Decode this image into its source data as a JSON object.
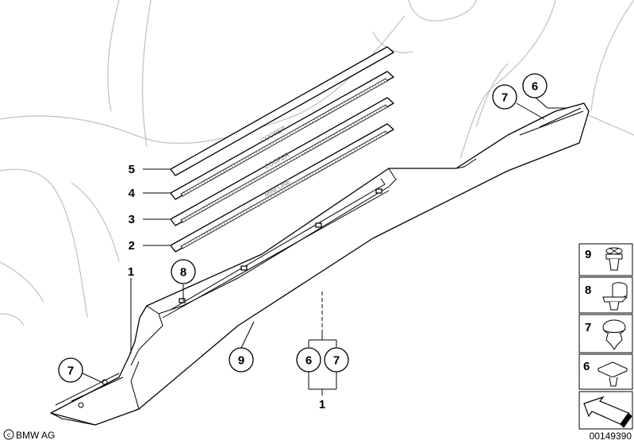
{
  "diagram": {
    "callouts": {
      "c5": "5",
      "c4": "4",
      "c3": "3",
      "c2": "2",
      "c1_left": "1",
      "c1_bottom": "1",
      "c8": "8",
      "c9": "9",
      "c7_left": "7",
      "c7_top": "7",
      "c6_top": "6",
      "c6_group": "6",
      "c7_group": "7"
    },
    "strip_badges": {
      "strip4": "COOPER",
      "strip3": "COOPER",
      "strip2": "MINI ONE"
    },
    "legend": [
      {
        "number": "9",
        "part": "expanding-rivet"
      },
      {
        "number": "8",
        "part": "clip"
      },
      {
        "number": "7",
        "part": "push-rivet"
      },
      {
        "number": "6",
        "part": "washer-clip"
      }
    ],
    "brand": "BMW AG",
    "diagram_number": "00149390"
  }
}
